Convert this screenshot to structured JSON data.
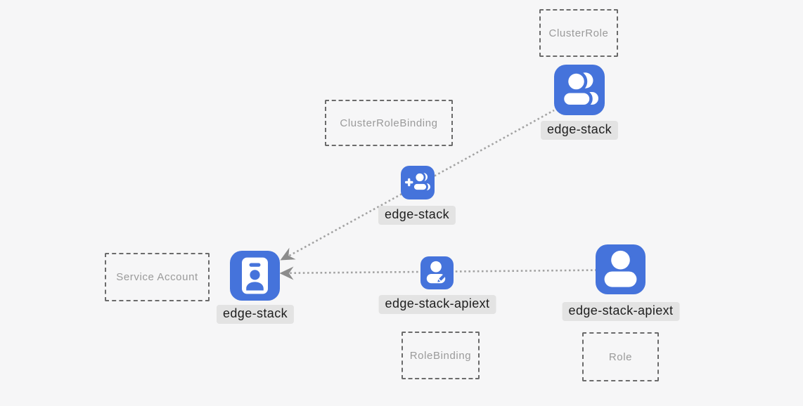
{
  "diagram": {
    "background_color": "#f6f6f7",
    "colors": {
      "icon_blue": "#4573db",
      "label_pill_bg": "#e3e3e3",
      "label_pill_text": "#1e1e1e",
      "type_box_border": "#6b6b6b",
      "type_box_text": "#9a9a9a",
      "connector": "#a3a3a3",
      "arrowhead": "#8c8c8c"
    },
    "type_boxes": [
      {
        "label": "ClusterRole"
      },
      {
        "label": "ClusterRoleBinding"
      },
      {
        "label": "Service Account"
      },
      {
        "label": "RoleBinding"
      },
      {
        "label": "Role"
      }
    ],
    "nodes": [
      {
        "label": "edge-stack",
        "icon": "group-icon",
        "near_type": "ClusterRole"
      },
      {
        "label": "edge-stack",
        "icon": "person-add-icon",
        "near_type": "ClusterRoleBinding"
      },
      {
        "label": "edge-stack",
        "icon": "badge-icon",
        "near_type": "Service Account"
      },
      {
        "label": "edge-stack-apiext",
        "icon": "person-edit-icon",
        "near_type": "RoleBinding"
      },
      {
        "label": "edge-stack-apiext",
        "icon": "person-icon",
        "near_type": "Role"
      }
    ],
    "edges": [
      {
        "from": "edge-stack (ClusterRole)",
        "via": "edge-stack (ClusterRoleBinding)",
        "to": "edge-stack (Service Account)",
        "style": "dotted, arrow at service account"
      },
      {
        "from": "edge-stack-apiext (Role)",
        "via": "edge-stack-apiext (RoleBinding)",
        "to": "edge-stack (Service Account)",
        "style": "dotted, arrow at service account"
      }
    ]
  }
}
